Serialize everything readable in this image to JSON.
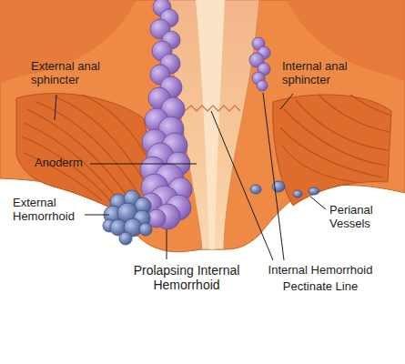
{
  "diagram": {
    "labels": [
      "External anal sphincter",
      "Internal anal sphincter",
      "Anoderm",
      "External Hemorrhoid",
      "Perianal Vessels",
      "Prolapsing Internal Hemorrhoid",
      "Internal Hemorrhoid",
      "Pectinate Line"
    ]
  }
}
